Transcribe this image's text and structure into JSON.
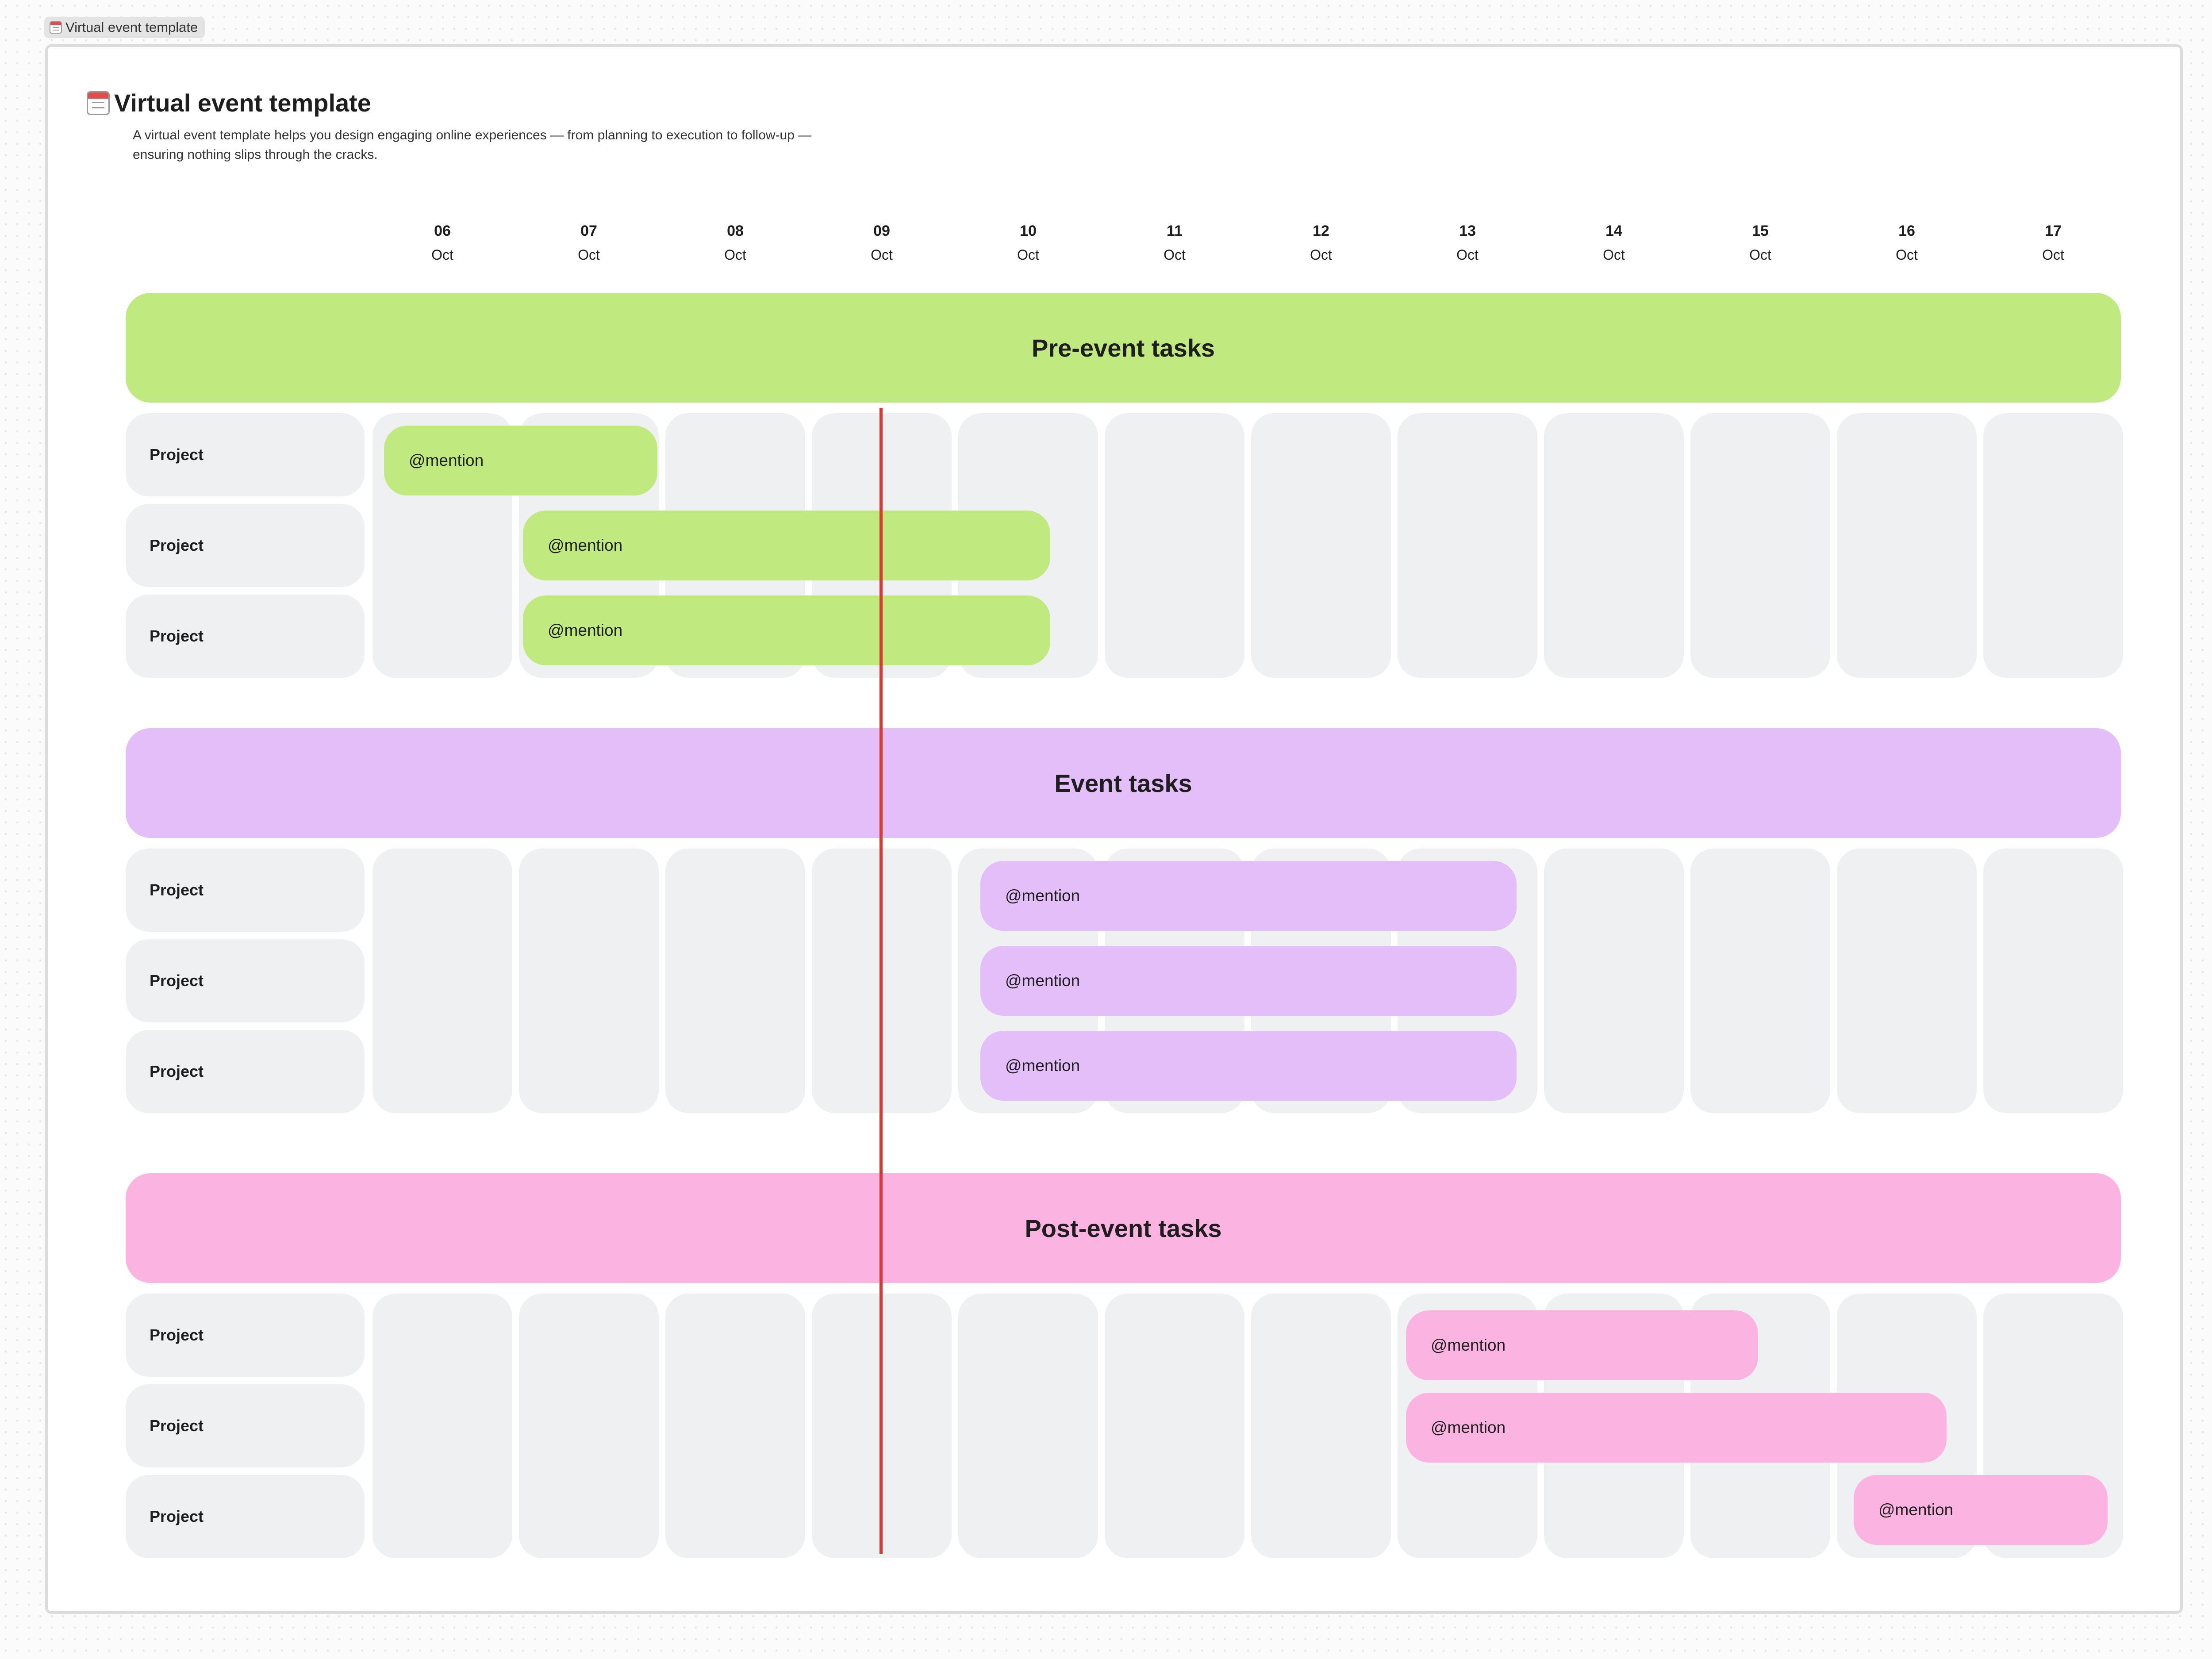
{
  "frame_label": "Virtual event template",
  "page": {
    "title": "Virtual event template",
    "title_icon": "calendar-icon",
    "description_line1": "A virtual event template helps you design engaging online experiences — from planning to execution to follow-up —",
    "description_line2": "ensuring nothing slips through the cracks."
  },
  "dates": [
    {
      "day": "06",
      "month": "Oct"
    },
    {
      "day": "07",
      "month": "Oct"
    },
    {
      "day": "08",
      "month": "Oct"
    },
    {
      "day": "09",
      "month": "Oct"
    },
    {
      "day": "10",
      "month": "Oct"
    },
    {
      "day": "11",
      "month": "Oct"
    },
    {
      "day": "12",
      "month": "Oct"
    },
    {
      "day": "13",
      "month": "Oct"
    },
    {
      "day": "14",
      "month": "Oct"
    },
    {
      "day": "15",
      "month": "Oct"
    },
    {
      "day": "16",
      "month": "Oct"
    },
    {
      "day": "17",
      "month": "Oct"
    }
  ],
  "today_marker": {
    "date": "09 Oct",
    "color": "#d83a2f"
  },
  "sections": [
    {
      "title": "Pre-event tasks",
      "color": "#c0e97f",
      "rows": [
        {
          "label": "Project",
          "task": "@mention",
          "start": "06 Oct",
          "end": "07 Oct"
        },
        {
          "label": "Project",
          "task": "@mention",
          "start": "07 Oct",
          "end": "10 Oct"
        },
        {
          "label": "Project",
          "task": "@mention",
          "start": "07 Oct",
          "end": "10 Oct"
        }
      ]
    },
    {
      "title": "Event tasks",
      "color": "#e3bef9",
      "rows": [
        {
          "label": "Project",
          "task": "@mention",
          "start": "10 Oct",
          "end": "13 Oct"
        },
        {
          "label": "Project",
          "task": "@mention",
          "start": "10 Oct",
          "end": "13 Oct"
        },
        {
          "label": "Project",
          "task": "@mention",
          "start": "10 Oct",
          "end": "13 Oct"
        }
      ]
    },
    {
      "title": "Post-event tasks",
      "color": "#fbb4e1",
      "rows": [
        {
          "label": "Project",
          "task": "@mention",
          "start": "13 Oct",
          "end": "15 Oct"
        },
        {
          "label": "Project",
          "task": "@mention",
          "start": "13 Oct",
          "end": "16 Oct"
        },
        {
          "label": "Project",
          "task": "@mention",
          "start": "16 Oct",
          "end": "17 Oct"
        }
      ]
    }
  ]
}
